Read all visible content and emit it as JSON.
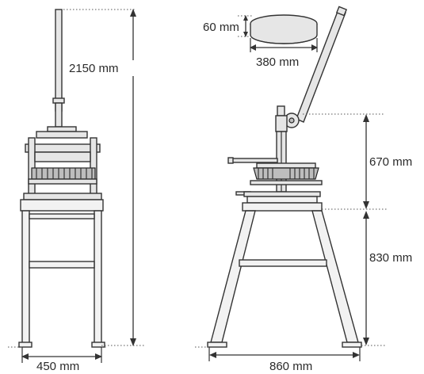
{
  "dimensions": {
    "front_height": "2150 mm",
    "front_width": "450 mm",
    "disc_height": "60 mm",
    "disc_diameter": "380 mm",
    "upper_height": "670 mm",
    "lower_height": "830 mm",
    "side_width": "860 mm"
  },
  "colors": {
    "line": "#333333",
    "background": "#ffffff"
  }
}
